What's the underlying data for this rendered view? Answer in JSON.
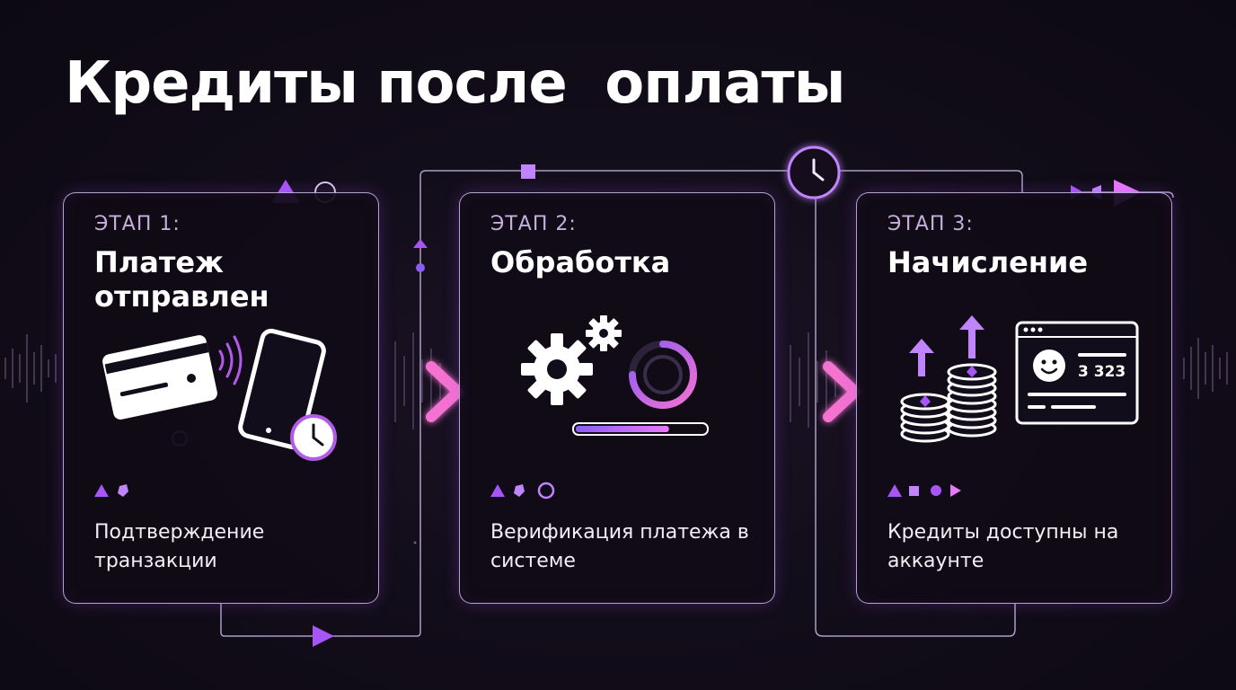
{
  "title": "Кредиты после  оплаты",
  "stages": [
    {
      "label": "ЭТАП 1:",
      "title": "Платеж отправлен",
      "description": "Подтверждение транзакции",
      "icon": "card-phone-payment-icon"
    },
    {
      "label": "ЭТАП 2:",
      "title": "Обработка",
      "description": "Верификация платежа в системе",
      "icon": "gears-processing-icon",
      "progress": 0.72
    },
    {
      "label": "ЭТАП 3:",
      "title": "Начисление",
      "description": "Кредиты доступны на аккаунте",
      "icon": "coins-account-icon",
      "balance": "3 323"
    }
  ],
  "colors": {
    "background": "#0f0b16",
    "accent_purple": "#9b5cf6",
    "accent_pink": "#e879f9",
    "card_border": "#d2bef0"
  }
}
